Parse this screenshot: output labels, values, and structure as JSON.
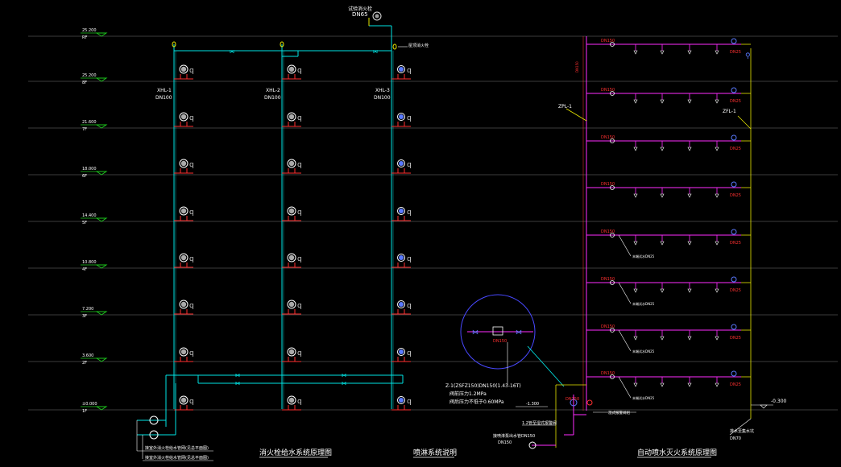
{
  "colors": {
    "background": "#000000",
    "riser": "#00e5e5",
    "sprinkler": "#ff2bff",
    "floor_line": "#7a7a7a",
    "elevation_mark": "#1ec81e",
    "hydrant_tag": "#ff3030",
    "label": "#ffffff",
    "yellow": "#e8e800",
    "detail_circle": "#4848ff",
    "valve_blue": "#5a7aff"
  },
  "levels": [
    {
      "elevation": "25.200",
      "floor": "RF"
    },
    {
      "elevation": "25.200",
      "floor": "8F"
    },
    {
      "elevation": "21.600",
      "floor": "7F"
    },
    {
      "elevation": "18.000",
      "floor": "6F"
    },
    {
      "elevation": "14.400",
      "floor": "5F"
    },
    {
      "elevation": "10.800",
      "floor": "4F"
    },
    {
      "elevation": "7.200",
      "floor": "3F"
    },
    {
      "elevation": "3.600",
      "floor": "2F"
    },
    {
      "elevation": "±0.000",
      "floor": "1F"
    }
  ],
  "hydrant": {
    "roof_tank_label": "试验消火栓",
    "roof_tank_size": "DN65",
    "roof_right_note": "屋顶消火栓",
    "risers": [
      {
        "id": "XHL-1",
        "size": "DN100"
      },
      {
        "id": "XHL-2",
        "size": "DN100"
      },
      {
        "id": "XHL-3",
        "size": "DN100"
      }
    ],
    "bottom_notes": [
      "接室外消火栓给水管网(见总平面图)",
      "接室外消火栓给水管网(见总平面图)"
    ],
    "title": "消火栓给水系统原理图"
  },
  "sprinkler": {
    "left_riser": "ZPL-1",
    "right_riser": "ZFL-1",
    "branch_main": "DN150",
    "end_size": "DN25",
    "branch_note": "末端试水DN25",
    "alarm_valve": "DN150",
    "alarm_notes": [
      "Z-1(ZSFZ150)DN150(1.43-16T)",
      "阀前压力1.2MPa",
      "阀后压力不低于0.60MPa"
    ],
    "drain_label": "-1.300",
    "pump_label": "1.2管至湿式报警阀",
    "inlet_label": "接喷淋泵出水管DN150",
    "inlet_size": "DN150",
    "drain_right": "-0.300",
    "drain_bottom": [
      "排水至集水坑",
      "DN70"
    ],
    "pump_test": "湿式报警阀组",
    "title": "自动喷水灭火系统原理图"
  },
  "center_title": "喷淋系统说明"
}
